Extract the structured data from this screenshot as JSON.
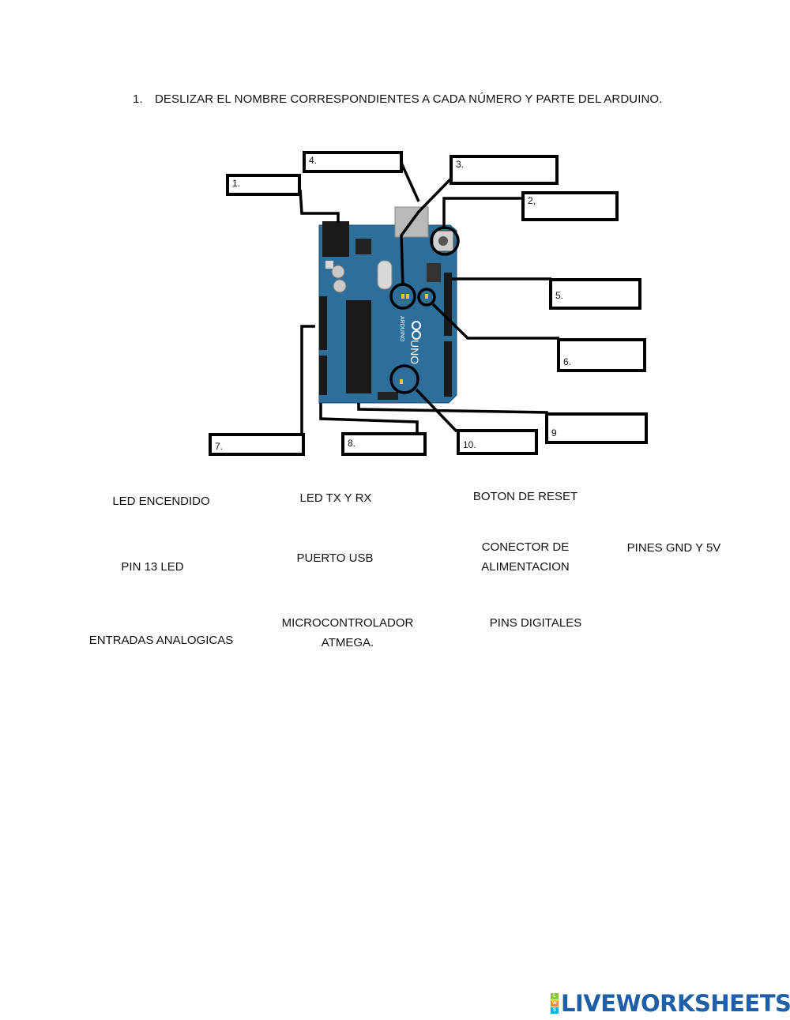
{
  "instruction": {
    "number": "1.",
    "text": "DESLIZAR EL NOMBRE CORRESPONDIENTES A CADA NÚMERO Y PARTE DEL ARDUINO."
  },
  "answer_boxes": [
    {
      "label": "1."
    },
    {
      "label": "2,"
    },
    {
      "label": "3."
    },
    {
      "label": "4."
    },
    {
      "label": "5."
    },
    {
      "label": "6."
    },
    {
      "label": "7."
    },
    {
      "label": "8."
    },
    {
      "label": "9"
    },
    {
      "label": "10."
    }
  ],
  "board": {
    "color": "#2d6f9a",
    "logo_text": "UNO",
    "brand_text": "ARDUINO"
  },
  "word_bank": [
    {
      "text": "LED ENCENDIDO"
    },
    {
      "text": "LED TX Y RX"
    },
    {
      "text": "BOTON DE RESET"
    },
    {
      "text": "PIN 13 LED"
    },
    {
      "text": "PUERTO USB"
    },
    {
      "text": "CONECTOR DE\nALIMENTACION"
    },
    {
      "text": "PINES GND Y 5V"
    },
    {
      "text": "ENTRADAS ANALOGICAS"
    },
    {
      "text": "MICROCONTROLADOR\nATMEGA."
    },
    {
      "text": "PINS DIGITALES"
    }
  ],
  "footer": {
    "logo_text": "LIVEWORKSHEETS",
    "logo_mark_letters": [
      "L",
      "W",
      "S"
    ],
    "logo_colors": [
      "#8dc63f",
      "#f7941d",
      "#00aeef"
    ]
  }
}
